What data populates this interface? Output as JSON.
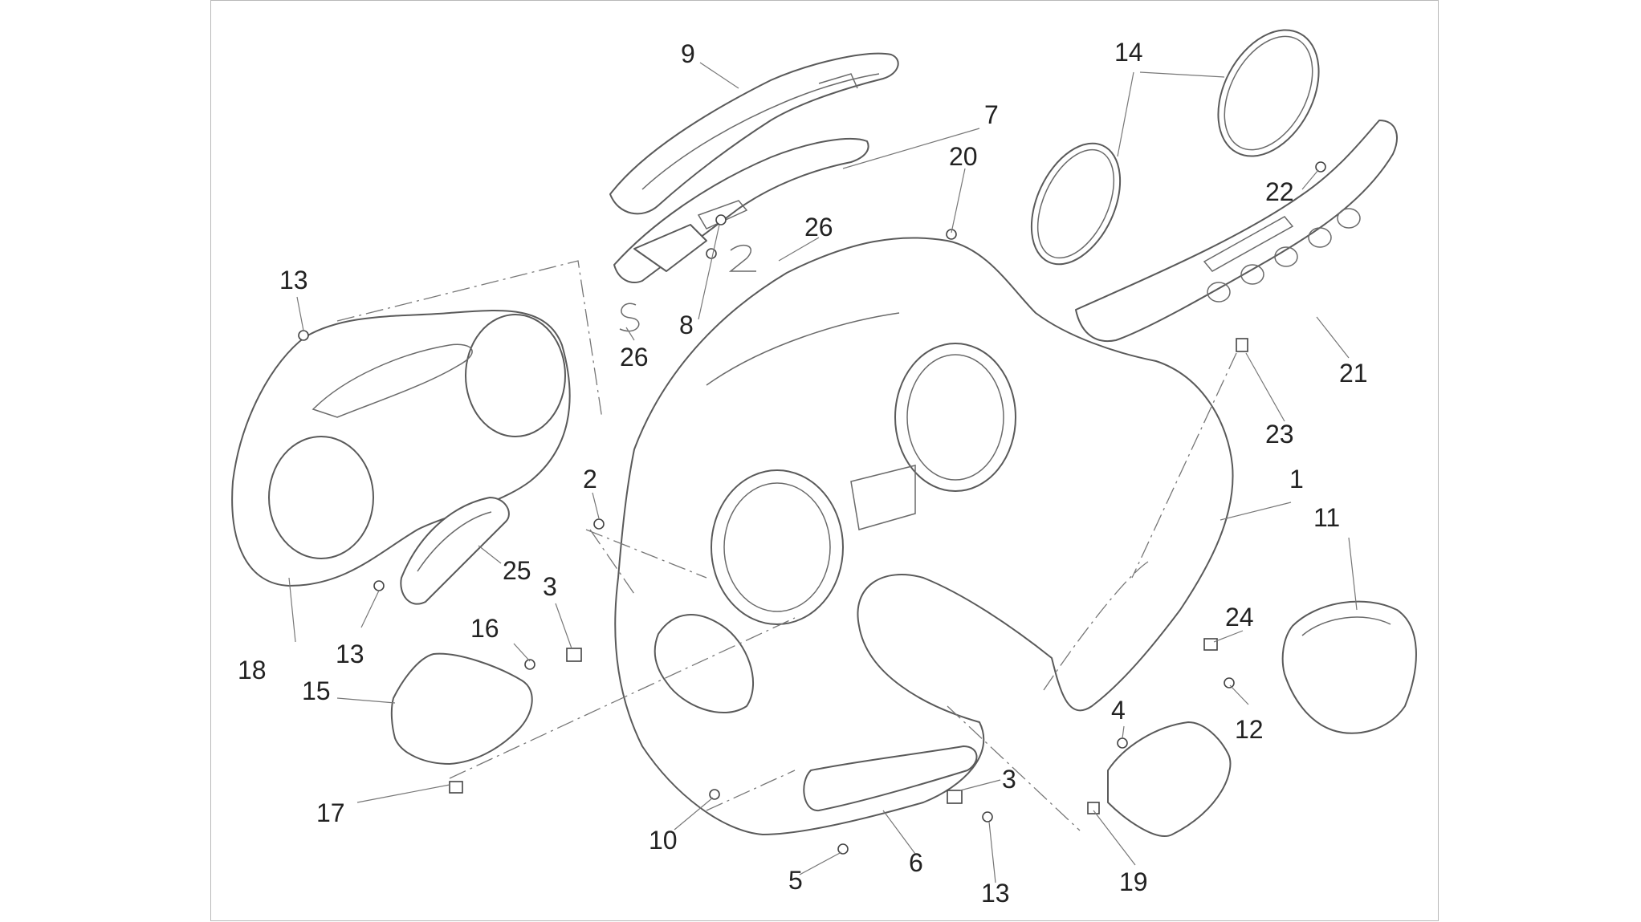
{
  "diagram": {
    "callouts": [
      {
        "id": "c9",
        "text": "9"
      },
      {
        "id": "c7",
        "text": "7"
      },
      {
        "id": "c20",
        "text": "20"
      },
      {
        "id": "c26a",
        "text": "26"
      },
      {
        "id": "c8",
        "text": "8"
      },
      {
        "id": "c26b",
        "text": "26"
      },
      {
        "id": "c14",
        "text": "14"
      },
      {
        "id": "c22",
        "text": "22"
      },
      {
        "id": "c21",
        "text": "21"
      },
      {
        "id": "c23",
        "text": "23"
      },
      {
        "id": "c13a",
        "text": "13"
      },
      {
        "id": "c2",
        "text": "2"
      },
      {
        "id": "c1",
        "text": "1"
      },
      {
        "id": "c11",
        "text": "11"
      },
      {
        "id": "c25",
        "text": "25"
      },
      {
        "id": "c3a",
        "text": "3"
      },
      {
        "id": "c24",
        "text": "24"
      },
      {
        "id": "c13b",
        "text": "13"
      },
      {
        "id": "c16",
        "text": "16"
      },
      {
        "id": "c18",
        "text": "18"
      },
      {
        "id": "c15",
        "text": "15"
      },
      {
        "id": "c12",
        "text": "12"
      },
      {
        "id": "c4",
        "text": "4"
      },
      {
        "id": "c3b",
        "text": "3"
      },
      {
        "id": "c17",
        "text": "17"
      },
      {
        "id": "c10",
        "text": "10"
      },
      {
        "id": "c6",
        "text": "6"
      },
      {
        "id": "c19",
        "text": "19"
      },
      {
        "id": "c5",
        "text": "5"
      },
      {
        "id": "c13c",
        "text": "13"
      }
    ]
  }
}
